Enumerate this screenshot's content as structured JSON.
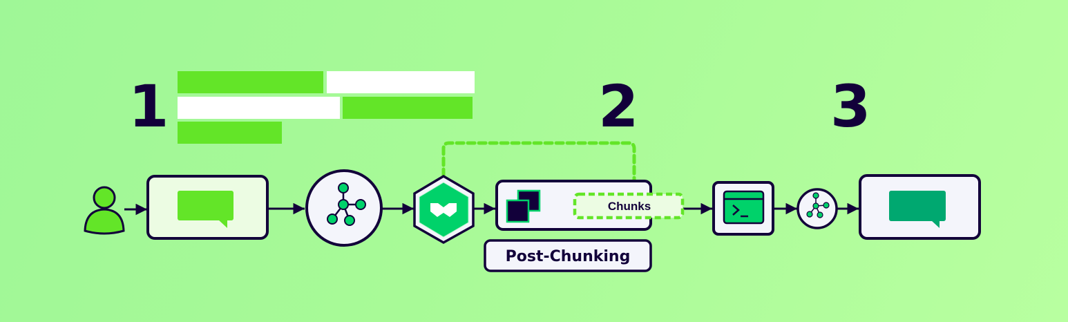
{
  "diagram": {
    "title": "Post-Chunking RAG pipeline",
    "steps": [
      {
        "number": "1"
      },
      {
        "number": "2"
      },
      {
        "number": "3"
      }
    ],
    "text_bars": [
      {
        "row": 1,
        "segments": [
          {
            "color": "#63e528"
          },
          {
            "color": "#ffffff"
          }
        ]
      },
      {
        "row": 2,
        "segments": [
          {
            "color": "#ffffff"
          },
          {
            "color": "#63e528"
          }
        ]
      },
      {
        "row": 3,
        "segments": [
          {
            "color": "#63e528"
          }
        ]
      }
    ],
    "nodes": [
      {
        "id": "user",
        "icon": "user-icon"
      },
      {
        "id": "query",
        "icon": "chat-bubble-icon"
      },
      {
        "id": "embedding",
        "icon": "graph-nodes-icon"
      },
      {
        "id": "vector-db",
        "icon": "weaviate-logo-icon"
      },
      {
        "id": "documents",
        "icon": "stacked-squares-icon"
      },
      {
        "id": "llm-terminal",
        "icon": "terminal-icon"
      },
      {
        "id": "model",
        "icon": "graph-nodes-icon"
      },
      {
        "id": "response",
        "icon": "chat-bubble-icon"
      }
    ],
    "chunks_label": "Chunks",
    "post_chunking_label": "Post-Chunking"
  },
  "colors": {
    "ink": "#12003a",
    "lime": "#63e528",
    "green": "#00d26a",
    "teal": "#00a870",
    "panel": "#f4f5fb",
    "panel_light": "#ecfce3"
  }
}
